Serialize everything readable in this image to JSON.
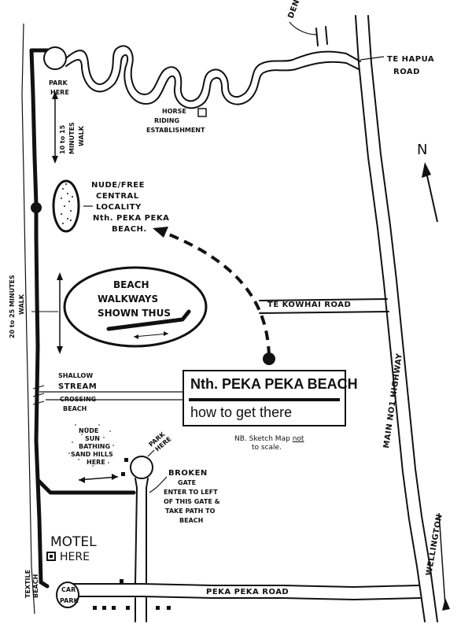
{
  "map": {
    "title_line1": "Nth. PEKA PEKA BEACH",
    "title_line2": "how to get there",
    "note_prefix": "NB. Sketch Map",
    "note_emph": "not",
    "note_suffix": "to scale.",
    "north": "N",
    "legend": [
      "BEACH",
      "WALKWAYS",
      "SHOWN THUS"
    ],
    "labels": {
      "denhams_rd": "DENHAMS RD",
      "te_hapua_1": "TE HAPUA",
      "te_hapua_2": "ROAD",
      "park_here_top_1": "PARK",
      "park_here_top_2": "HERE",
      "horse_1": "HORSE",
      "horse_2": "RIDING",
      "horse_3": "ESTABLISHMENT",
      "walk_10_1": "10 to 15",
      "walk_10_2": "MINUTES",
      "walk_10_3": "WALK",
      "nude_1": "NUDE/FREE",
      "nude_2": "CENTRAL",
      "nude_3": "LOCALITY",
      "nude_4": "Nth. PEKA PEKA",
      "nude_5": "BEACH.",
      "walk_20_1": "20 to 25 MINUTES",
      "walk_20_2": "WALK",
      "te_kowhai": "TE KOWHAI ROAD",
      "main_hwy": "MAIN NO1 HIGHWAY",
      "stream_1": "SHALLOW",
      "stream_2": "STREAM",
      "stream_3": "CROSSING",
      "stream_4": "BEACH",
      "sun_1": "NUDE",
      "sun_2": "SUN",
      "sun_3": "BATHING",
      "sun_4": "SAND HILLS",
      "sun_5": "HERE",
      "park_here_bot_1": "PARK",
      "park_here_bot_2": "HERE",
      "gate_1": "BROKEN",
      "gate_2": "GATE",
      "gate_3": "ENTER TO LEFT",
      "gate_4": "OF THIS GATE &",
      "gate_5": "TAKE PATH TO",
      "gate_6": "BEACH",
      "motel_1": "MOTEL",
      "motel_2": "HERE",
      "textile_1": "TEXTILE",
      "textile_2": "BEACH",
      "car_1": "CAR",
      "car_2": "PARK",
      "peka_rd": "PEKA PEKA ROAD",
      "wellington": "WELLINGTON"
    }
  }
}
